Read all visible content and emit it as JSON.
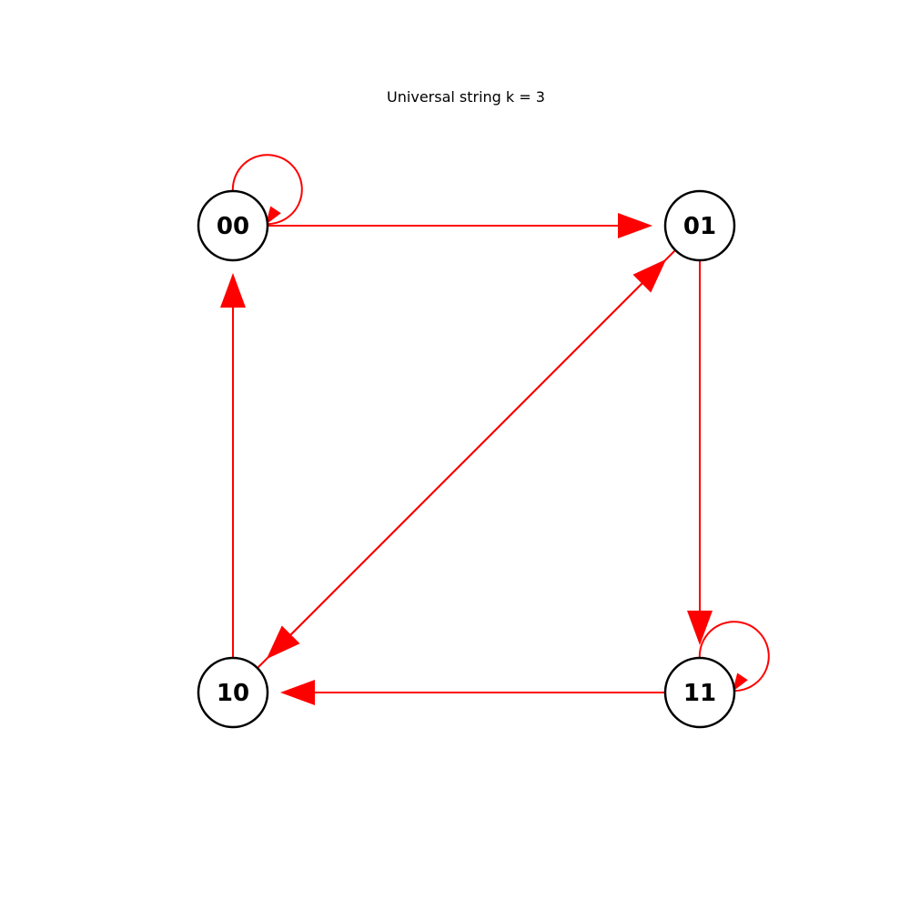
{
  "title": "Universal string k = 3",
  "edge_color": "#ff0000",
  "node_fill": "#ffffff",
  "node_stroke": "#000000",
  "nodes": [
    {
      "id": "00",
      "label": "00"
    },
    {
      "id": "01",
      "label": "01"
    },
    {
      "id": "10",
      "label": "10"
    },
    {
      "id": "11",
      "label": "11"
    }
  ],
  "edges": [
    {
      "from": "00",
      "to": "00"
    },
    {
      "from": "00",
      "to": "01"
    },
    {
      "from": "01",
      "to": "10"
    },
    {
      "from": "01",
      "to": "11"
    },
    {
      "from": "10",
      "to": "00"
    },
    {
      "from": "10",
      "to": "01"
    },
    {
      "from": "11",
      "to": "10"
    },
    {
      "from": "11",
      "to": "11"
    }
  ]
}
